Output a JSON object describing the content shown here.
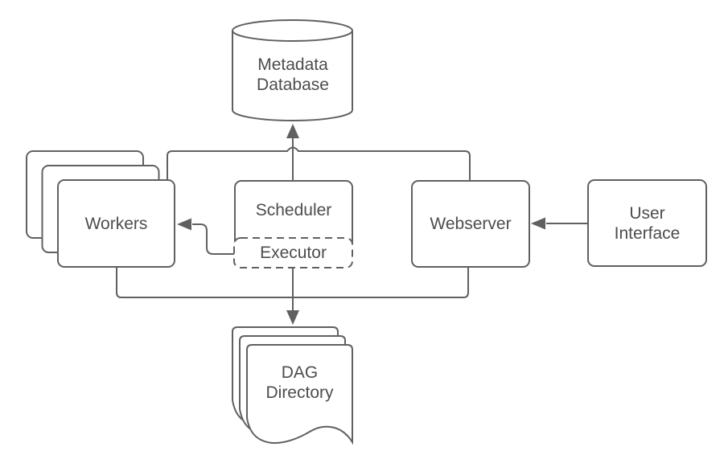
{
  "diagram": {
    "background_color": "#ffffff",
    "stroke_color": "#606060",
    "text_color": "#4d4d4d",
    "nodes": {
      "metadata_database": {
        "label": "Metadata\nDatabase",
        "shape": "database-cylinder"
      },
      "workers": {
        "label": "Workers",
        "shape": "stacked-rounded-rectangles",
        "stack_count": 3
      },
      "scheduler": {
        "label": "Scheduler",
        "shape": "rounded-rectangle"
      },
      "executor": {
        "label": "Executor",
        "shape": "dashed-rounded-rectangle",
        "attached_to": "scheduler"
      },
      "webserver": {
        "label": "Webserver",
        "shape": "rounded-rectangle"
      },
      "user_interface": {
        "label": "User\nInterface",
        "shape": "rounded-rectangle"
      },
      "dag_directory": {
        "label": "DAG\nDirectory",
        "shape": "stacked-documents",
        "stack_count": 3
      }
    },
    "edges": [
      {
        "from": "scheduler",
        "to": "metadata_database",
        "arrowhead": "up",
        "via": "top trunk line shared with workers and webserver"
      },
      {
        "from": "workers",
        "to": "metadata_database",
        "arrowhead": "up",
        "via": "top trunk line"
      },
      {
        "from": "webserver",
        "to": "metadata_database",
        "arrowhead": "up",
        "via": "top trunk line"
      },
      {
        "from": "executor",
        "to": "dag_directory",
        "arrowhead": "down",
        "via": "bottom trunk line shared with workers and webserver"
      },
      {
        "from": "workers",
        "to": "dag_directory",
        "arrowhead": "down",
        "via": "bottom trunk line"
      },
      {
        "from": "webserver",
        "to": "dag_directory",
        "arrowhead": "down",
        "via": "bottom trunk line"
      },
      {
        "from": "executor",
        "to": "workers",
        "arrowhead": "left"
      },
      {
        "from": "user_interface",
        "to": "webserver",
        "arrowhead": "left"
      }
    ]
  }
}
